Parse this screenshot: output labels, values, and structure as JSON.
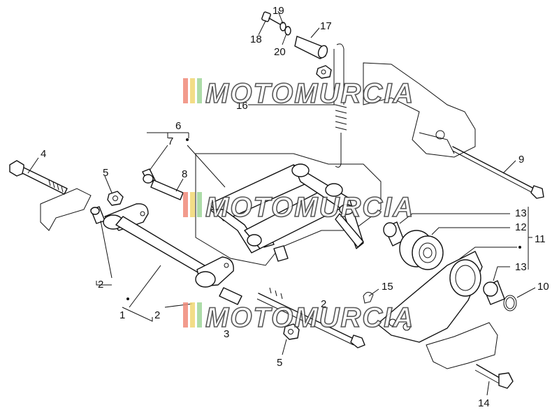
{
  "watermark": {
    "text": "MOTOMURCIA",
    "stripe_colors": [
      "#f08a7a",
      "#f2d873",
      "#9fd69a"
    ]
  },
  "callouts": {
    "c1": "1",
    "c2a": "2",
    "c2b": "2",
    "c2c": "2",
    "c3": "3",
    "c4": "4",
    "c5a": "5",
    "c5b": "5",
    "c6": "6",
    "c7": "7",
    "c8": "8",
    "c9": "9",
    "c10": "10",
    "c11": "11",
    "c12": "12",
    "c13a": "13",
    "c13b": "13",
    "c14": "14",
    "c15": "15",
    "c16": "16",
    "c17": "17",
    "c18": "18",
    "c19": "19",
    "c20": "20"
  }
}
